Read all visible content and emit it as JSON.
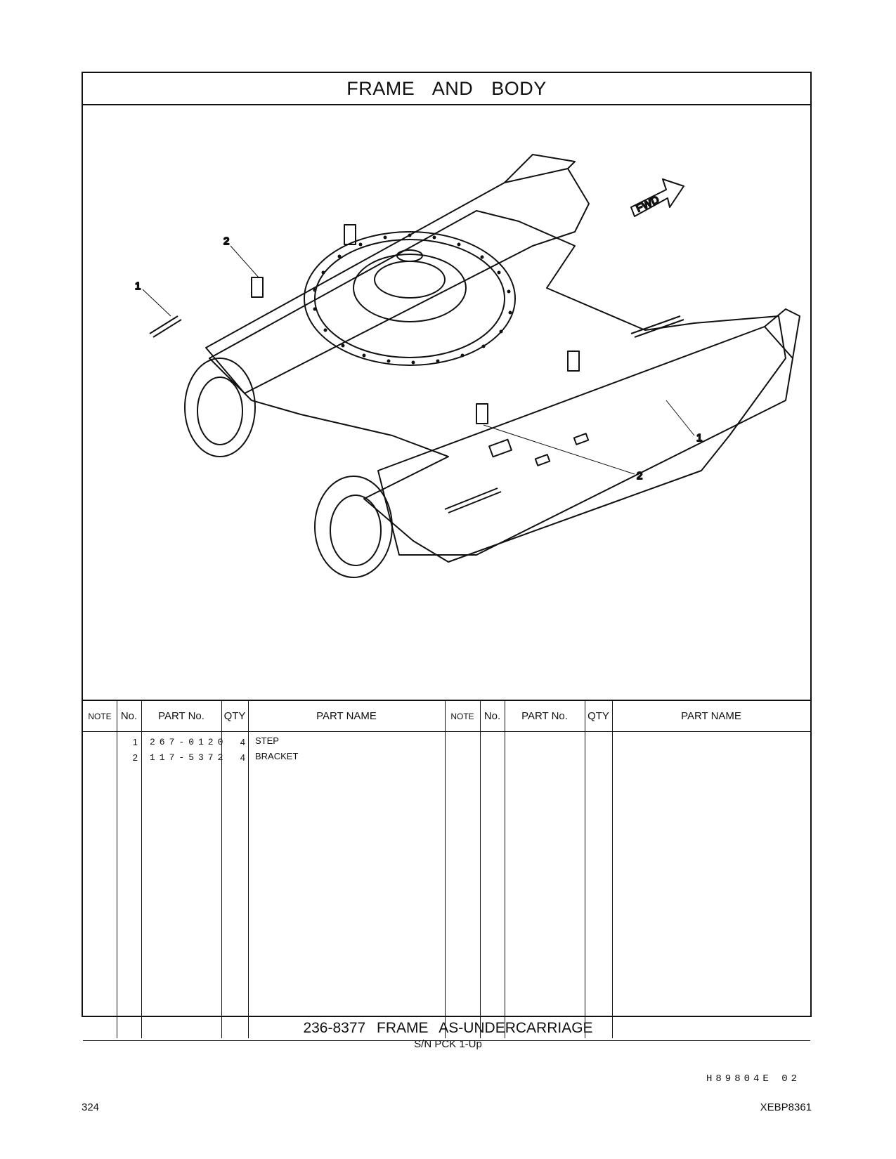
{
  "header": {
    "title": "FRAME AND BODY"
  },
  "illustration": {
    "direction_label": "FWD",
    "callouts": [
      "2",
      "1",
      "1",
      "2"
    ]
  },
  "table": {
    "columns": [
      "NOTE",
      "No.",
      "PART No.",
      "QTY",
      "PART NAME"
    ],
    "rows": [
      {
        "no": "1",
        "part_no": "267-0120",
        "qty": "4",
        "name": "STEP"
      },
      {
        "no": "2",
        "part_no": "117-5372",
        "qty": "4",
        "name": "BRACKET"
      }
    ]
  },
  "illustration_code": "H89804E 02",
  "caption": {
    "title": "236-8377 FRAME AS-UNDERCARRIAGE",
    "serial": "S/N PCK 1-Up"
  },
  "footer": {
    "page_number": "324",
    "doc_id": "XEBP8361"
  }
}
